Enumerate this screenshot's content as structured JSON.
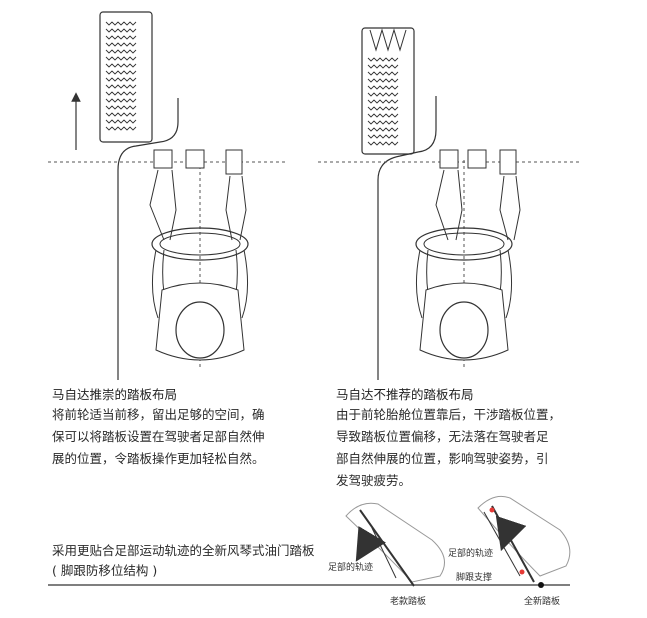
{
  "left_panel": {
    "heading": "马自达推崇的踏板布局",
    "body_lines": [
      "将前轮适当前移，留出足够的空间，确",
      "保可以将踏板设置在驾驶者足部自然伸",
      "展的位置，令踏板操作更加轻松自然。"
    ]
  },
  "right_panel": {
    "heading": "马自达不推荐的踏板布局",
    "body_lines": [
      "由于前轮胎舱位置靠后，干涉踏板位置，",
      "导致踏板位置偏移，无法落在驾驶者足",
      "部自然伸展的位置，影响驾驶姿势，引",
      "发驾驶疲劳。"
    ]
  },
  "bottom_caption": {
    "line1": "采用更贴合足部运动轨迹的全新风琴式油门踏板",
    "line2": "( 脚跟防移位结构 )"
  },
  "pedal_diagram": {
    "foot_trajectory_left": "足部的轨迹",
    "foot_trajectory_right": "足部的轨迹",
    "heel_support": "脚跟支撑",
    "old_pedal": "老款踏板",
    "new_pedal": "全新踏板"
  },
  "colors": {
    "line": "#333333",
    "accent_dot": "#e53935",
    "grey_arrow": "#8a8a8a"
  }
}
